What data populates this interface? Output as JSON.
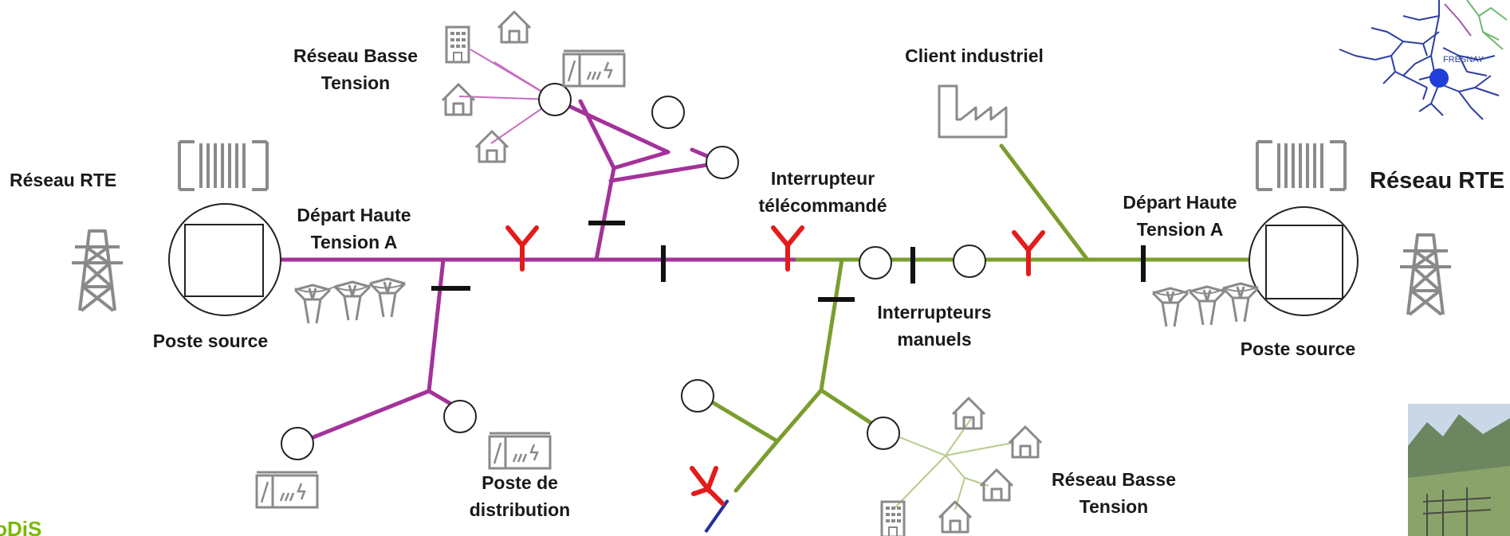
{
  "labels": {
    "reseau_rte_left": "Réseau RTE",
    "reseau_rte_right": "Réseau RTE",
    "depart_a_left_1": "Départ Haute",
    "depart_a_left_2": "Tension A",
    "depart_a_right_1": "Départ Haute",
    "depart_a_right_2": "Tension A",
    "poste_source_left": "Poste source",
    "poste_source_right": "Poste source",
    "bt_top_1": "Réseau Basse",
    "bt_top_2": "Tension",
    "bt_bottom_1": "Réseau Basse",
    "bt_bottom_2": "Tension",
    "client_industriel": "Client industriel",
    "interrupteur_tele_1": "Interrupteur",
    "interrupteur_tele_2": "télécommandé",
    "interrupteurs_manuels_1": "Interrupteurs",
    "interrupteurs_manuels_2": "manuels",
    "poste_distribution_1": "Poste de",
    "poste_distribution_2": "distribution",
    "inset_map_town": "FRESNAY",
    "logo_fragment": "ᴅDiS"
  },
  "colors": {
    "feeder_a": "#a3329a",
    "feeder_b": "#7a9e2e",
    "feeder_b_light": "#b6cc8a",
    "bt_link_purple": "#c86bbf",
    "telecommand_switch": "#e31b1b",
    "manual_switch": "#111111",
    "equipment_grey": "#8a8a8a",
    "map_blue": "#2f3fa0",
    "logo_green": "#7ab800"
  },
  "icons": [
    "transformer-icon",
    "pylon-icon",
    "overhead-line-icon",
    "house-icon",
    "building-icon",
    "factory-icon",
    "substation-cabinet-icon",
    "remote-switch-icon",
    "manual-switch-icon",
    "network-map-icon",
    "photo-thumbnail"
  ]
}
